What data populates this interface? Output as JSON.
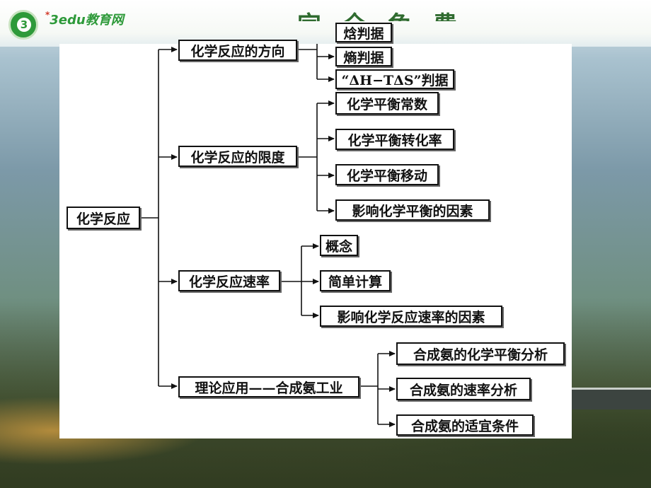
{
  "header": {
    "logo_mark": "3",
    "logo_text": "3edu教育网",
    "slogan": "完全免费"
  },
  "diagram": {
    "root": "化学反应",
    "branches": [
      {
        "label": "化学反应的方向",
        "children": [
          "焓判据",
          "熵判据",
          "“ΔH−TΔS”判据"
        ]
      },
      {
        "label": "化学反应的限度",
        "children": [
          "化学平衡常数",
          "化学平衡转化率",
          "化学平衡移动",
          "影响化学平衡的因素"
        ]
      },
      {
        "label": "化学反应速率",
        "children": [
          "概念",
          "简单计算",
          "影响化学反应速率的因素"
        ]
      },
      {
        "label": "理论应用——合成氨工业",
        "children": [
          "合成氨的化学平衡分析",
          "合成氨的速率分析",
          "合成氨的适宜条件"
        ]
      }
    ]
  }
}
